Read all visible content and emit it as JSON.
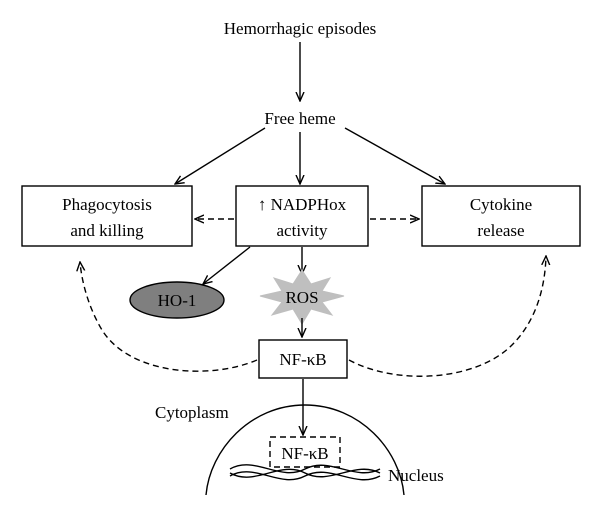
{
  "diagram": {
    "top_label": "Hemorrhagic episodes",
    "free_heme": "Free heme",
    "phagocytosis": {
      "line1": "Phagocytosis",
      "line2": "and killing"
    },
    "nadphox": {
      "line1": "↑ NADPHox",
      "line2": "activity"
    },
    "cytokine": {
      "line1": "Cytokine",
      "line2": "release"
    },
    "ho1": "HO-1",
    "ros": "ROS",
    "nfkb_cytoplasm": "NF-κB",
    "cytoplasm": "Cytoplasm",
    "nfkb_nucleus": "NF-κB",
    "nucleus": "Nucleus"
  }
}
